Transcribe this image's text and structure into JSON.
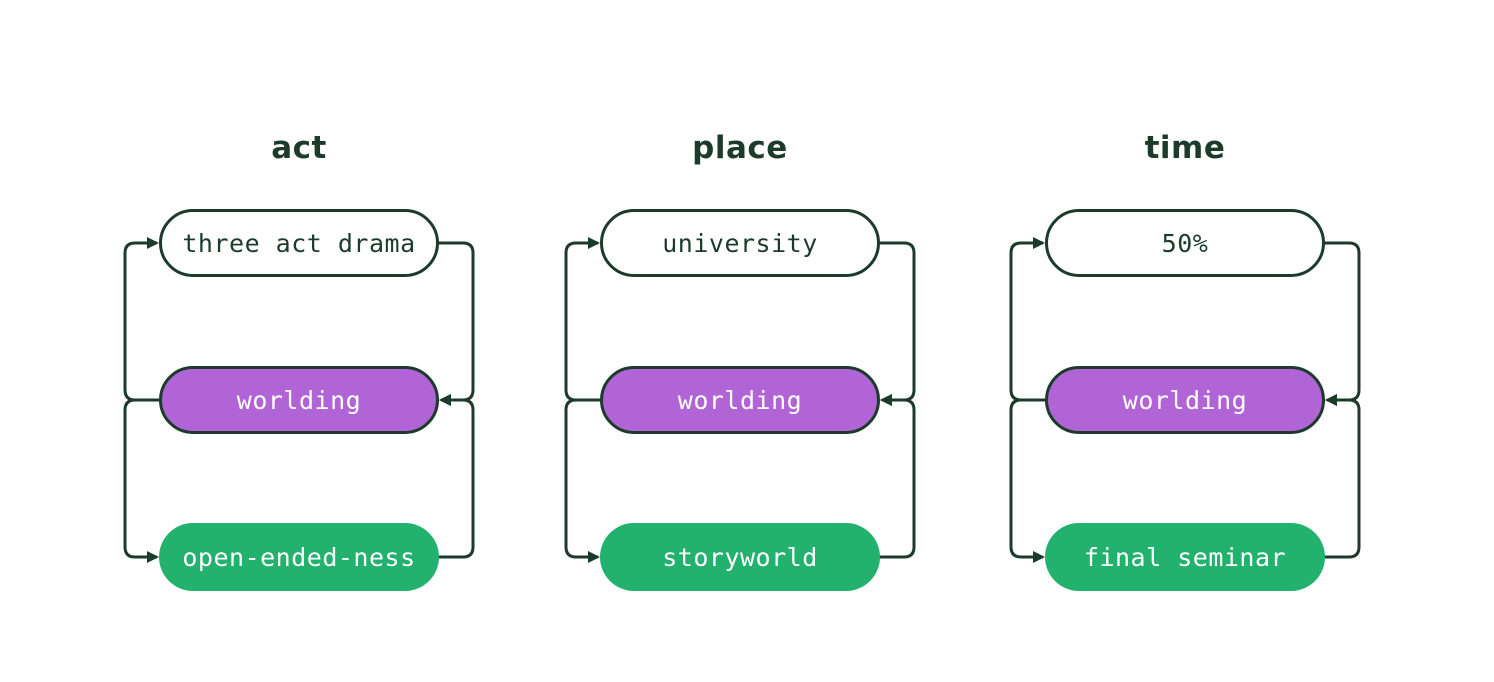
{
  "diagram_title": "",
  "columns": [
    {
      "title": "act",
      "nodes": [
        {
          "label": "three act drama",
          "type": "outline"
        },
        {
          "label": "worlding",
          "type": "purple"
        },
        {
          "label": "open-ended-ness",
          "type": "green"
        }
      ]
    },
    {
      "title": "place",
      "nodes": [
        {
          "label": "university",
          "type": "outline"
        },
        {
          "label": "worlding",
          "type": "purple"
        },
        {
          "label": "storyworld",
          "type": "green"
        }
      ]
    },
    {
      "title": "time",
      "nodes": [
        {
          "label": "50%",
          "type": "outline"
        },
        {
          "label": "worlding",
          "type": "purple"
        },
        {
          "label": "final seminar",
          "type": "green"
        }
      ]
    }
  ],
  "connections_per_column": [
    {
      "from": "middle",
      "to": "top",
      "side": "left"
    },
    {
      "from": "top",
      "to": "middle",
      "side": "right"
    },
    {
      "from": "middle",
      "to": "bottom",
      "side": "left"
    },
    {
      "from": "bottom",
      "to": "middle",
      "side": "right"
    }
  ],
  "colors": {
    "background": "#ffffff",
    "dark_green_line": "#1d3b2b",
    "title_text": "#1d3b2b",
    "purple_fill": "#b164d6",
    "green_fill": "#23b26d",
    "outline_fill": "#ffffff",
    "pill_text_light": "#ffffff"
  }
}
